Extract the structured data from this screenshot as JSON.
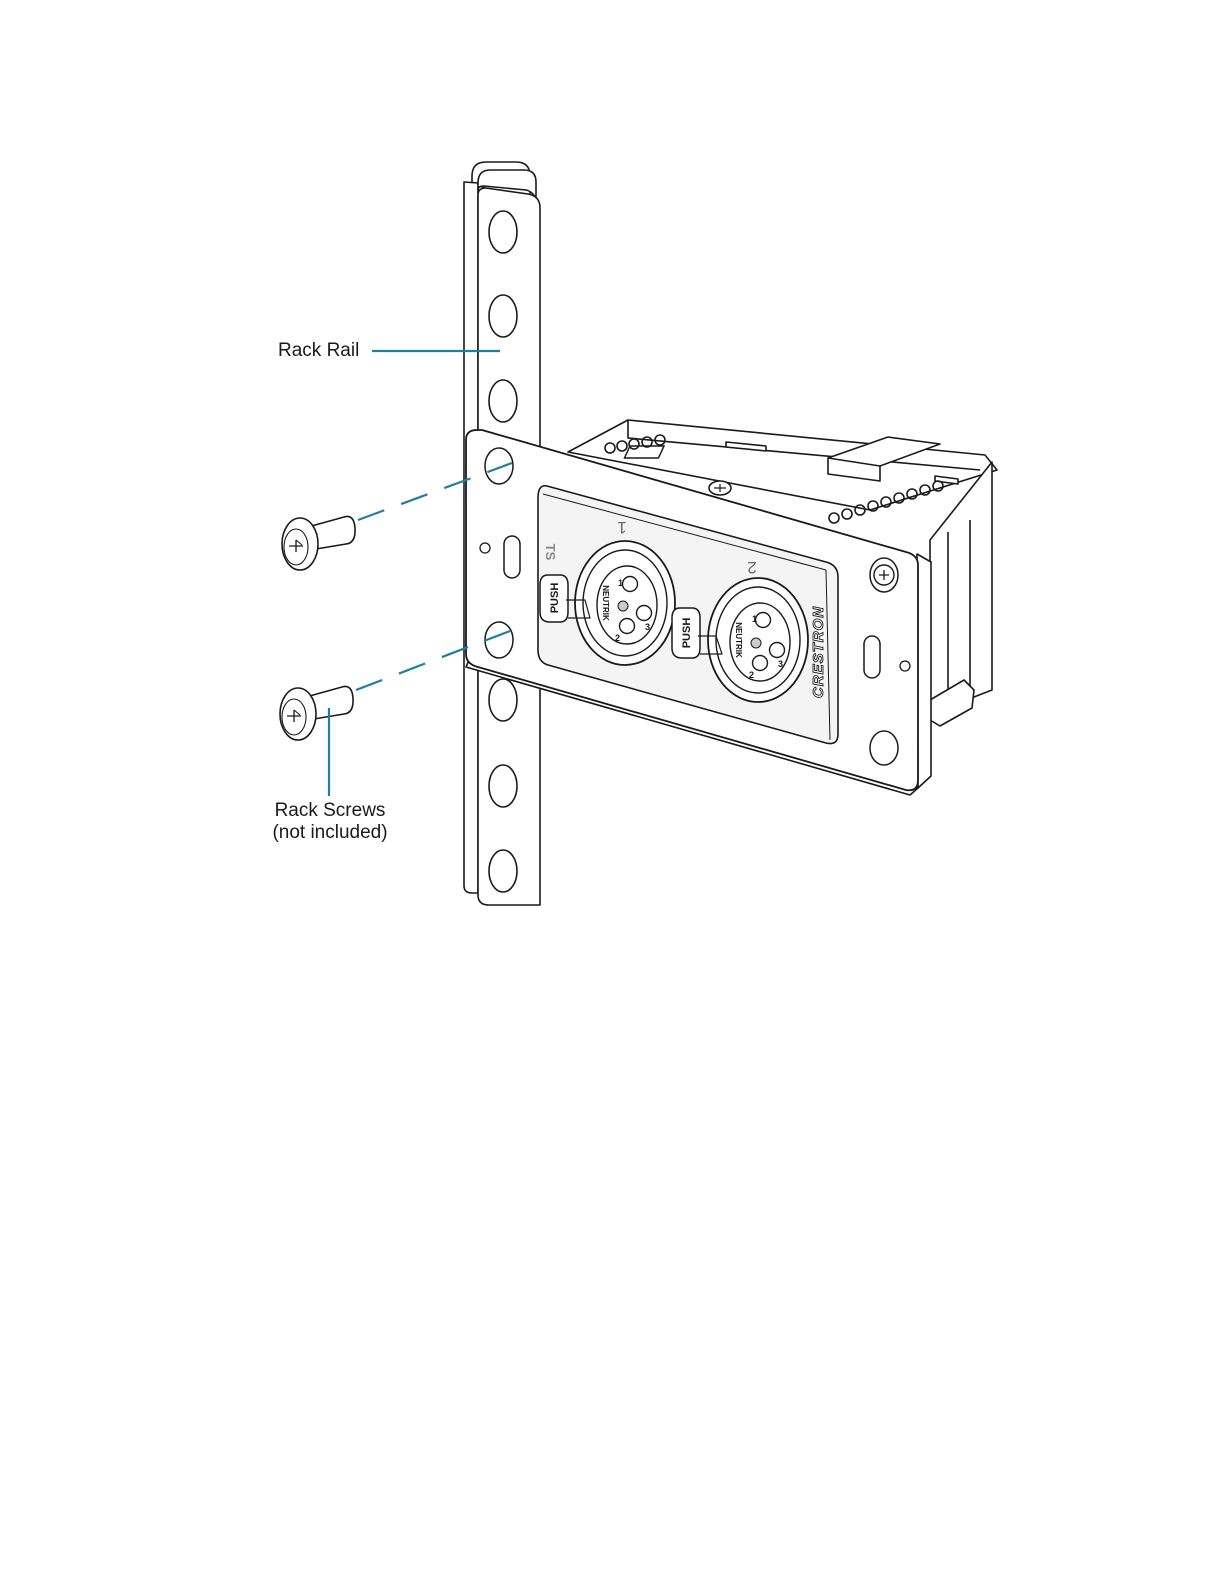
{
  "labels": {
    "rack_rail": "Rack Rail",
    "rack_screws_line1": "Rack Screws",
    "rack_screws_line2": "(not included)"
  },
  "panel_text": {
    "connector_1": "1",
    "connector_2": "2",
    "push_1": "PUSH",
    "push_2": "PUSH",
    "pin_1": "1",
    "pin_2": "2",
    "pin_3": "3",
    "brand": "CRESTRON",
    "connector_maker": "NEUTRIK",
    "corner_mark": "TS"
  },
  "colors": {
    "line": "#1a1a1a",
    "leader": "#1f7fa0",
    "fill": "#ffffff",
    "inset": "#f4f4f4"
  }
}
